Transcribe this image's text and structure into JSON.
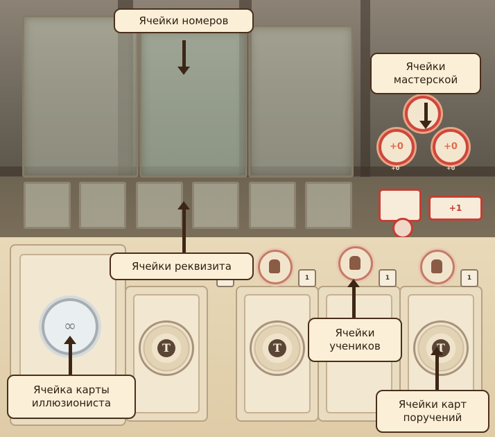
{
  "callouts": {
    "number_slots": "Ячейки номеров",
    "workshop_slots": "Ячейки\nмастерской",
    "prop_slots": "Ячейки реквизита",
    "apprentice_slots": "Ячейки\nучеников",
    "illusionist_slot": "Ячейка карты\nиллюзиониста",
    "task_slots": "Ячейки карт\nпоручений"
  },
  "workshop": {
    "bonus_left": "+0",
    "bonus_right": "+0",
    "small_left": "+0",
    "small_right": "+0",
    "income": "+1"
  },
  "cost_tags": [
    "1",
    "1",
    "1",
    "1"
  ],
  "task_card_letter": "T",
  "colors": {
    "accent_red": "#d0463a",
    "callout_border": "#4a2f1c",
    "parchment": "#e8d9b9"
  }
}
